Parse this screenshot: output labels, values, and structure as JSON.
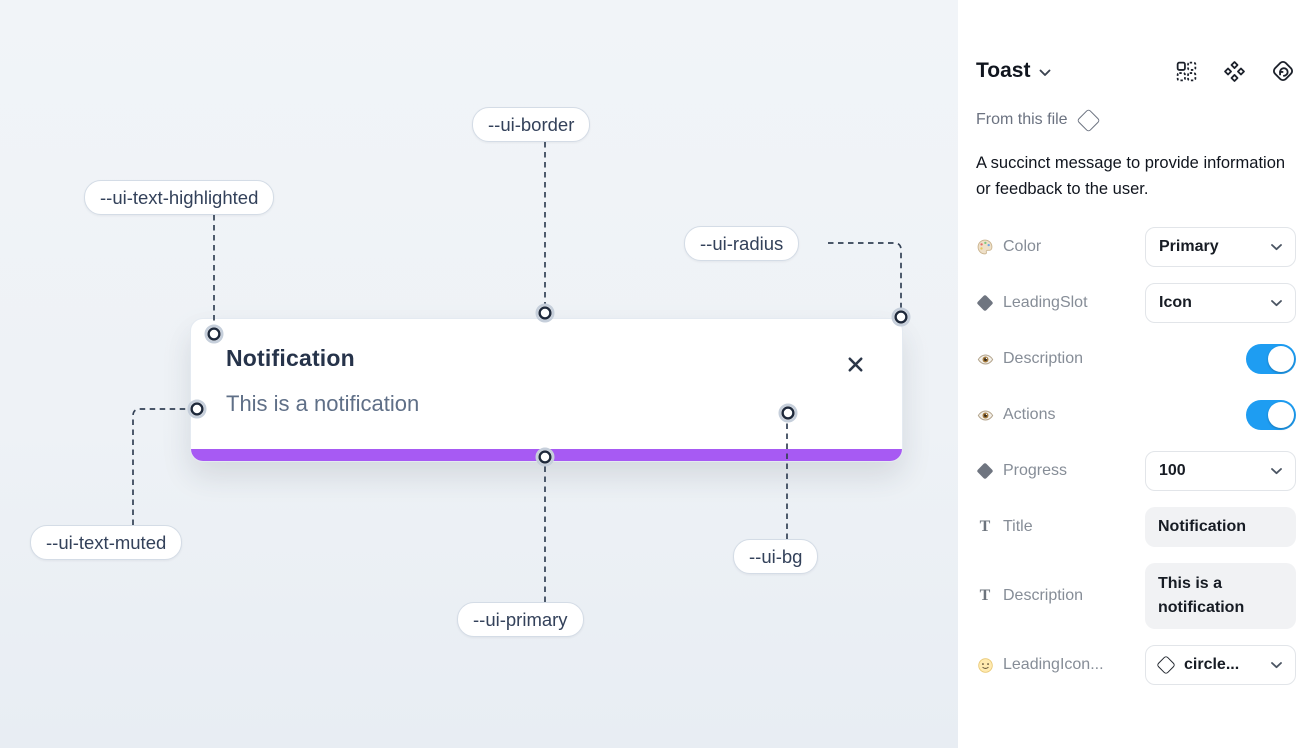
{
  "colors": {
    "primary": "#a75af3",
    "toggle_on": "#1e9df2"
  },
  "canvas": {
    "toast": {
      "title": "Notification",
      "description": "This is a notification"
    },
    "annotations": [
      {
        "label": "--ui-text-highlighted"
      },
      {
        "label": "--ui-border"
      },
      {
        "label": "--ui-radius"
      },
      {
        "label": "--ui-text-muted"
      },
      {
        "label": "--ui-primary"
      },
      {
        "label": "--ui-bg"
      }
    ]
  },
  "panel": {
    "title": "Toast",
    "source_label": "From this file",
    "description": "A succinct message to provide information or feedback to the user.",
    "icons": {
      "text_glyph": "T"
    },
    "properties": [
      {
        "label": "Color",
        "value": "Primary"
      },
      {
        "label": "LeadingSlot",
        "value": "Icon"
      },
      {
        "label": "Description",
        "value": "true"
      },
      {
        "label": "Actions",
        "value": "true"
      },
      {
        "label": "Progress",
        "value": "100"
      },
      {
        "label": "Title",
        "value": "Notification"
      },
      {
        "label": "Description",
        "value": "This is a notification"
      },
      {
        "label": "LeadingIcon...",
        "value": "circle..."
      }
    ]
  }
}
